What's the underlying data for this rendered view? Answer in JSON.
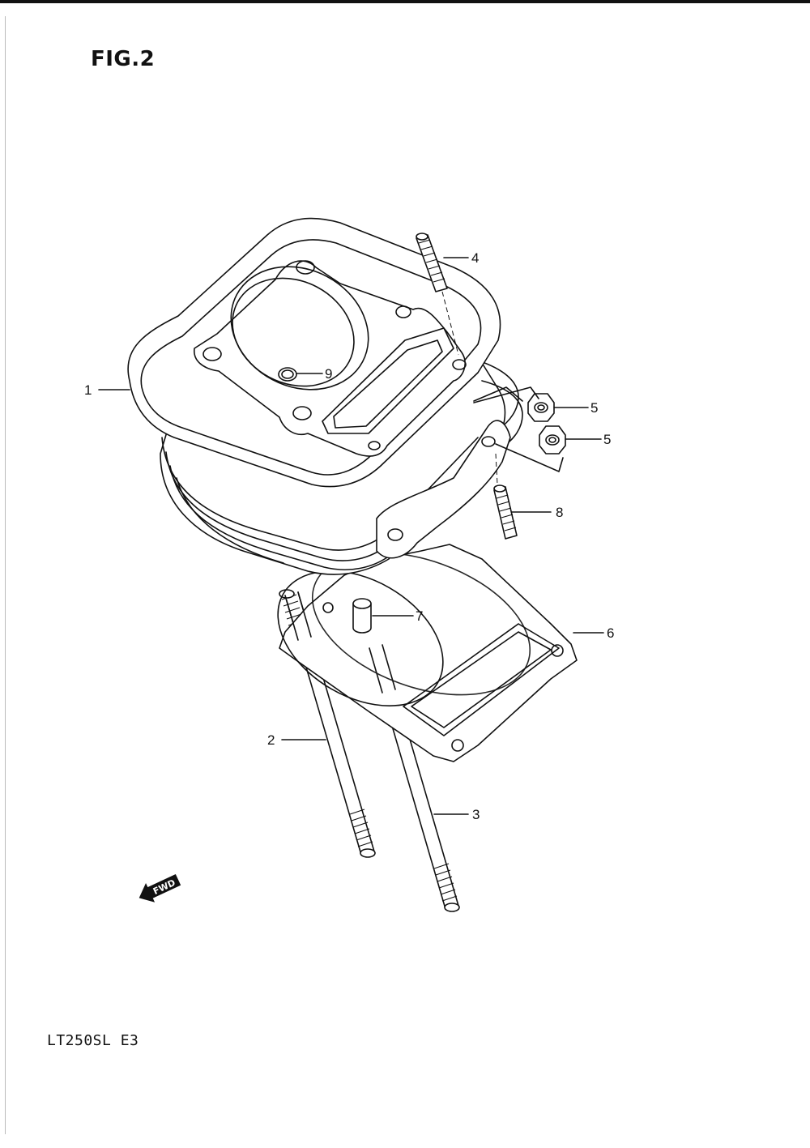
{
  "figure": {
    "title": "FIG.2",
    "model_code": "LT250SL E3",
    "fwd_label": "FWD"
  },
  "callouts": [
    {
      "id": "1",
      "label": "1"
    },
    {
      "id": "2",
      "label": "2"
    },
    {
      "id": "3",
      "label": "3"
    },
    {
      "id": "4",
      "label": "4"
    },
    {
      "id": "5a",
      "label": "5"
    },
    {
      "id": "5b",
      "label": "5"
    },
    {
      "id": "6",
      "label": "6"
    },
    {
      "id": "7",
      "label": "7"
    },
    {
      "id": "8",
      "label": "8"
    },
    {
      "id": "9",
      "label": "9"
    }
  ]
}
